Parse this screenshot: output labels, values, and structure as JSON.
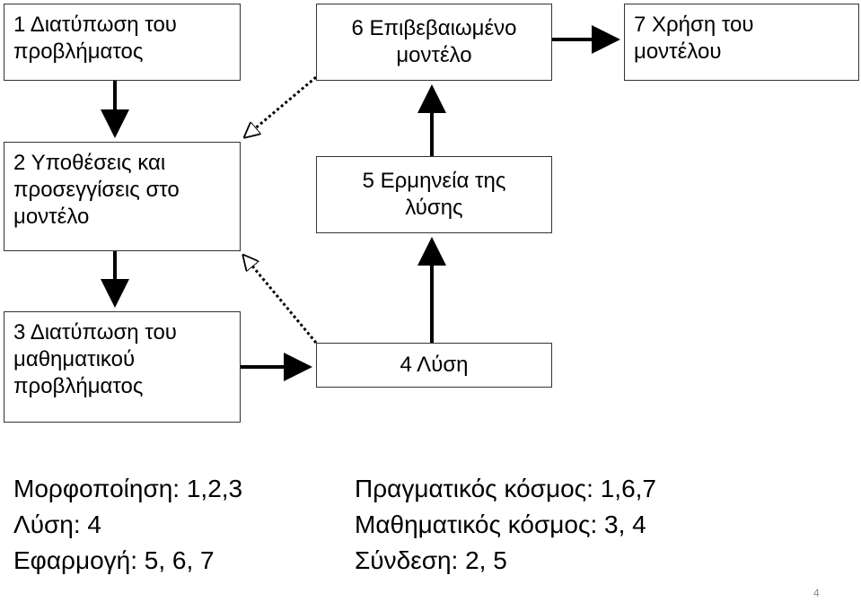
{
  "boxes": {
    "b1": [
      "1 Διατύπωση του",
      "προβλήματος"
    ],
    "b2": [
      "2 Υποθέσεις και",
      "προσεγγίσεις στο",
      "μοντέλο"
    ],
    "b3": [
      "3 Διατύπωση του",
      "μαθηματικού",
      "προβλήματος"
    ],
    "b4": [
      "4 Λύση"
    ],
    "b5": [
      "5 Ερμηνεία της",
      "λύσης"
    ],
    "b6": [
      "6 Επιβεβαιωμένο",
      "μοντέλο"
    ],
    "b7": [
      "7 Χρήση του",
      "μοντέλου"
    ]
  },
  "legend": {
    "left": [
      "Μορφοποίηση: 1,2,3",
      "Λύση: 4",
      "Εφαρμογή: 5, 6, 7"
    ],
    "right": [
      "Πραγματικός κόσμος: 1,6,7",
      "Μαθηματικός κόσμος: 3, 4",
      "Σύνδεση: 2, 5"
    ]
  },
  "page_number": "4",
  "colors": {
    "arrow": "#000000",
    "border": "#333333",
    "page_number": "#888888"
  }
}
